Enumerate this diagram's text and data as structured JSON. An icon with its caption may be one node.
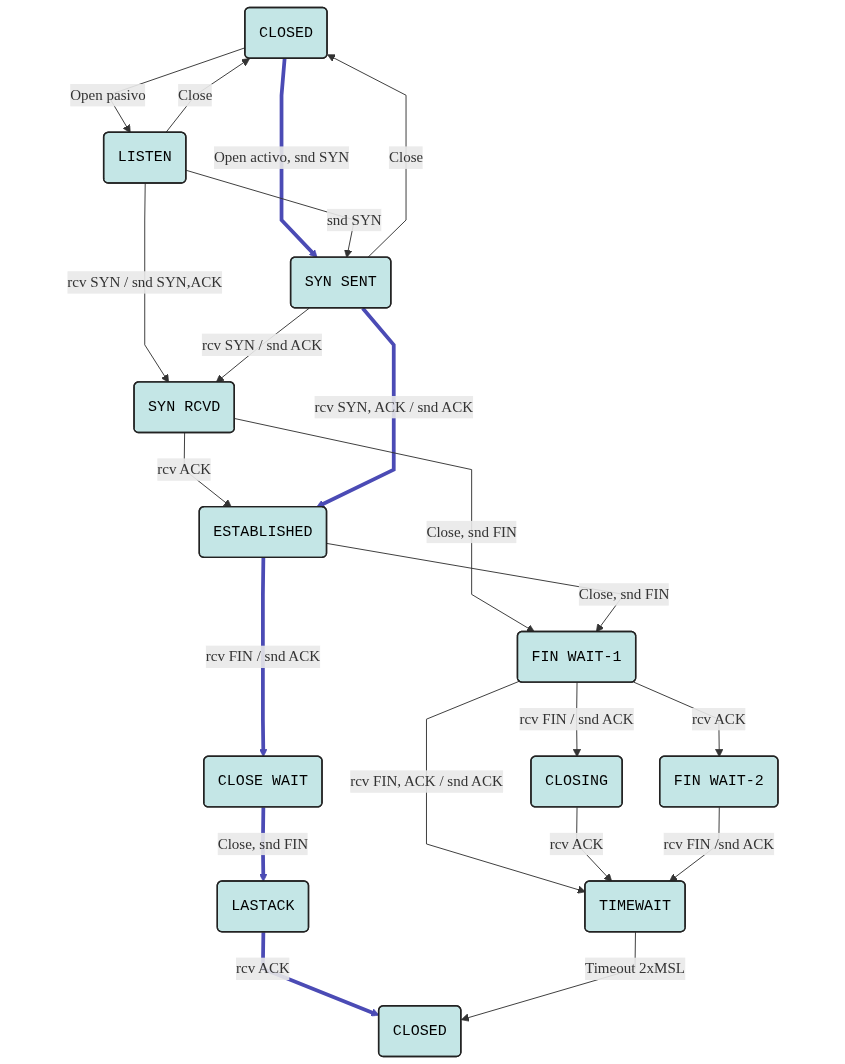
{
  "diagram": {
    "nodes": [
      {
        "text": [
          "CLOSED"
        ]
      },
      {
        "text": [
          "LISTEN"
        ]
      },
      {
        "text": [
          "SYN RCVD"
        ]
      },
      {
        "text": [
          "SYN SENT"
        ]
      },
      {
        "text": [
          "ESTABLISHED"
        ]
      },
      {
        "text": [
          "CLOSE WAIT"
        ]
      },
      {
        "text": [
          "FIN WAIT-1"
        ]
      },
      {
        "text": [
          "CLOSING"
        ]
      },
      {
        "text": [
          "LASTACK"
        ]
      },
      {
        "text": [
          "FIN WAIT-2"
        ]
      },
      {
        "text": [
          "TIMEWAIT"
        ]
      },
      {
        "text": [
          "CLOSED"
        ]
      }
    ],
    "edges": [
      {
        "from": 0,
        "to": 3,
        "arrow": "to",
        "label": "Open activo, snd SYN",
        "style": "thick",
        "color": "#4b4bb5"
      },
      {
        "from": 0,
        "to": 1,
        "arrow": "to",
        "label": "Open pasivo"
      },
      {
        "from": 1,
        "to": 0,
        "arrow": "to",
        "label": "Close"
      },
      {
        "from": 3,
        "to": 0,
        "arrow": "to",
        "label": "Close"
      },
      {
        "from": 1,
        "to": 2,
        "arrow": "to",
        "label": "rcv SYN / snd SYN,ACK"
      },
      {
        "from": 1,
        "to": 3,
        "arrow": "to",
        "label": "snd SYN"
      },
      {
        "from": 3,
        "to": 2,
        "arrow": "to",
        "label": "rcv SYN / snd ACK"
      },
      {
        "from": 2,
        "to": 4,
        "arrow": "to",
        "label": "rcv ACK"
      },
      {
        "from": 3,
        "to": 4,
        "arrow": "to",
        "label": "rcv SYN, ACK / snd ACK",
        "style": "thick",
        "color": "#4b4bb5"
      },
      {
        "from": 2,
        "to": 6,
        "arrow": "to",
        "label": "Close, snd FIN"
      },
      {
        "from": 4,
        "to": 6,
        "arrow": "to",
        "label": "Close, snd FIN"
      },
      {
        "from": 4,
        "to": 5,
        "arrow": "to",
        "label": "rcv FIN / snd ACK",
        "style": "thick",
        "color": "#4b4bb5"
      },
      {
        "from": 5,
        "to": 8,
        "arrow": "to",
        "label": "Close, snd FIN",
        "style": "thick",
        "color": "#4b4bb5"
      },
      {
        "from": 8,
        "to": 11,
        "arrow": "to",
        "label": "rcv ACK",
        "style": "thick",
        "color": "#4b4bb5"
      },
      {
        "from": 6,
        "to": 7,
        "arrow": "to",
        "label": "rcv FIN / snd ACK"
      },
      {
        "from": 6,
        "to": 10,
        "arrow": "to",
        "label": "rcv FIN, ACK / snd ACK"
      },
      {
        "from": 6,
        "to": 9,
        "arrow": "to",
        "label": "rcv ACK"
      },
      {
        "from": 7,
        "to": 10,
        "arrow": "to",
        "label": "rcv ACK"
      },
      {
        "from": 9,
        "to": 10,
        "arrow": "to",
        "label": "rcv FIN /snd ACK"
      },
      {
        "from": 10,
        "to": 11,
        "arrow": "to",
        "label": "Timeout 2xMSL"
      }
    ]
  }
}
